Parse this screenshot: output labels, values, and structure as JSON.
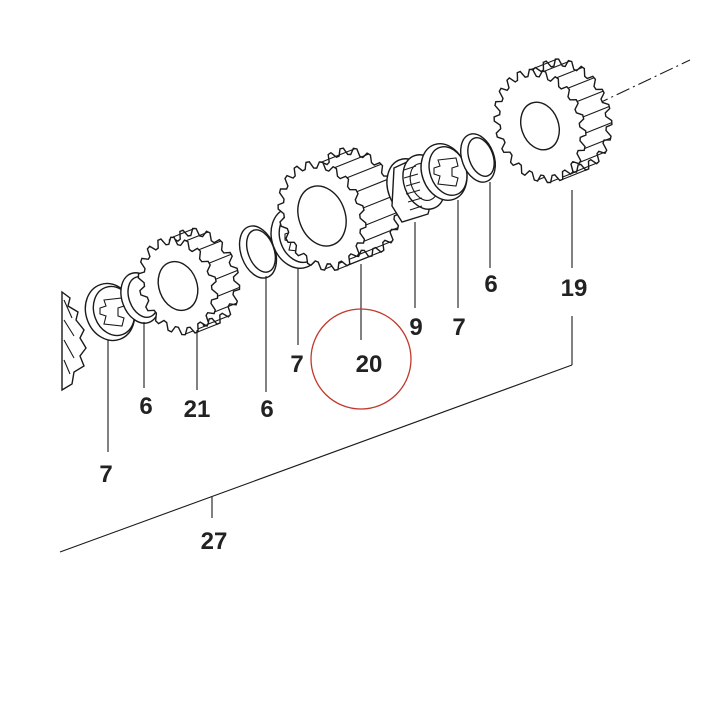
{
  "labels": {
    "l7a": "7",
    "l6a": "6",
    "l21": "21",
    "l6b": "6",
    "l7b": "7",
    "l20": "20",
    "l9": "9",
    "l7c": "7",
    "l6c": "6",
    "l19": "19",
    "l27": "27"
  },
  "colors": {
    "ink": "#1a1a1a",
    "highlight_circle": "#c0392b"
  }
}
